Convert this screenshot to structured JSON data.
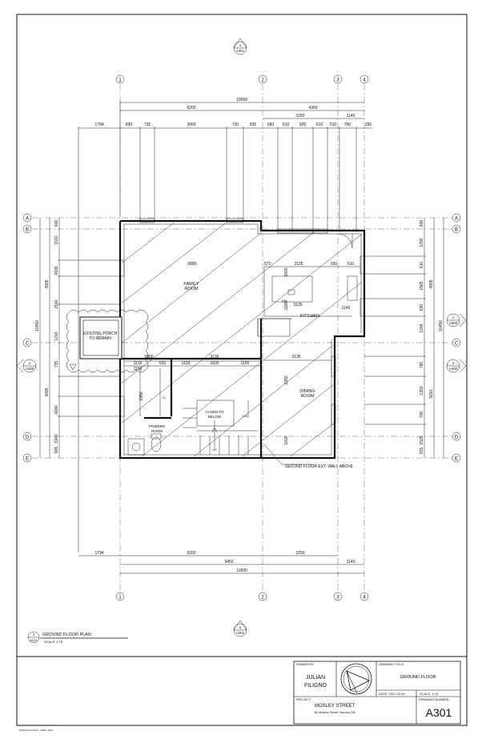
{
  "grid_columns": [
    {
      "label": "1"
    },
    {
      "label": "2"
    },
    {
      "label": "3"
    },
    {
      "label": "4"
    }
  ],
  "grid_rows": [
    {
      "label": "A"
    },
    {
      "label": "B"
    },
    {
      "label": "C"
    },
    {
      "label": "D"
    },
    {
      "label": "E"
    }
  ],
  "section_markers": {
    "top": {
      "num": "1",
      "sheet": "A401"
    },
    "bottom": {
      "num": "2",
      "sheet": "A401"
    },
    "right_upper": {
      "num": "1",
      "sheet": "A500"
    },
    "right_lower": {
      "num": "2",
      "sheet": "A400"
    },
    "left": {
      "num": "1",
      "sheet": "A400"
    }
  },
  "top_dimensions": {
    "overall": "10590",
    "row2": [
      "6200",
      "4360"
    ],
    "row3": [
      "3250",
      "1140"
    ],
    "row4": [
      "1794",
      "830",
      "735",
      "3060",
      "730",
      "635",
      "650",
      "610",
      "925",
      "610",
      "510",
      "750",
      "295"
    ]
  },
  "bottom_dimensions": {
    "row1": [
      "1794",
      "6200",
      "3250"
    ],
    "row2": [
      "9450",
      "1140"
    ],
    "row3": [
      "10590"
    ]
  },
  "left_dimensions": {
    "outer": [
      "10450"
    ],
    "mid": [
      "4905",
      "4095"
    ],
    "inner": [
      "1510",
      "4195",
      "1210",
      "735",
      "1940",
      "905"
    ],
    "extra": [
      "600",
      "2160",
      "4180"
    ]
  },
  "right_dimensions": {
    "outer": [
      "10450"
    ],
    "mid": [
      "4905",
      "5010"
    ],
    "inner": [
      "1290",
      "610",
      "1565",
      "830",
      "1245",
      "780",
      "1350",
      "700",
      "1525"
    ],
    "extra": [
      "600",
      "915"
    ]
  },
  "interior_dimensions": [
    "5885",
    "572",
    "2135",
    "930",
    "510",
    "3000",
    "1185",
    "3135",
    "1140",
    "5800",
    "3730",
    "1130",
    "1030",
    "1100",
    "1130",
    "610",
    "1190",
    "3135",
    "2280",
    "1600",
    "1950"
  ],
  "rooms": {
    "family": "FAMILY ROOM",
    "kitchen": "KITCHEN",
    "dining": "DINING ROOM",
    "porch": "EXISTING PORCH TO REMAIN",
    "powder": "POWDER ROOM",
    "cased": "CASED TO BELOW",
    "dw": "DW",
    "dn": "DN",
    "cl": "CL",
    "up": "UP"
  },
  "annotation": "SECOND FLOOR EXT. WALL ABOVE",
  "plan_title": {
    "num": "1",
    "sheet": "A301",
    "title": "GROUND FLOOR PLAN",
    "scale": "SCALE: 1:75"
  },
  "title_block": {
    "drawn_by_label": "DRAWN BY:",
    "drawn_by": "JULIAN FILIGNO",
    "drawing_title_label": "DRAWING TITLE:",
    "drawing_title": "GROUND FLOOR",
    "date": "DATE: 2022.02.09",
    "scale": "SCALE: 1:75",
    "project_label": "PROJECT",
    "project": "MOSLEY STREET",
    "address": "50 Mosley Street, Aurora ON",
    "drawing_number_label": "DRAWING NUMBER:",
    "drawing_number": "A301"
  },
  "footer_note": "Printed from Revit - 2022 - ENG"
}
